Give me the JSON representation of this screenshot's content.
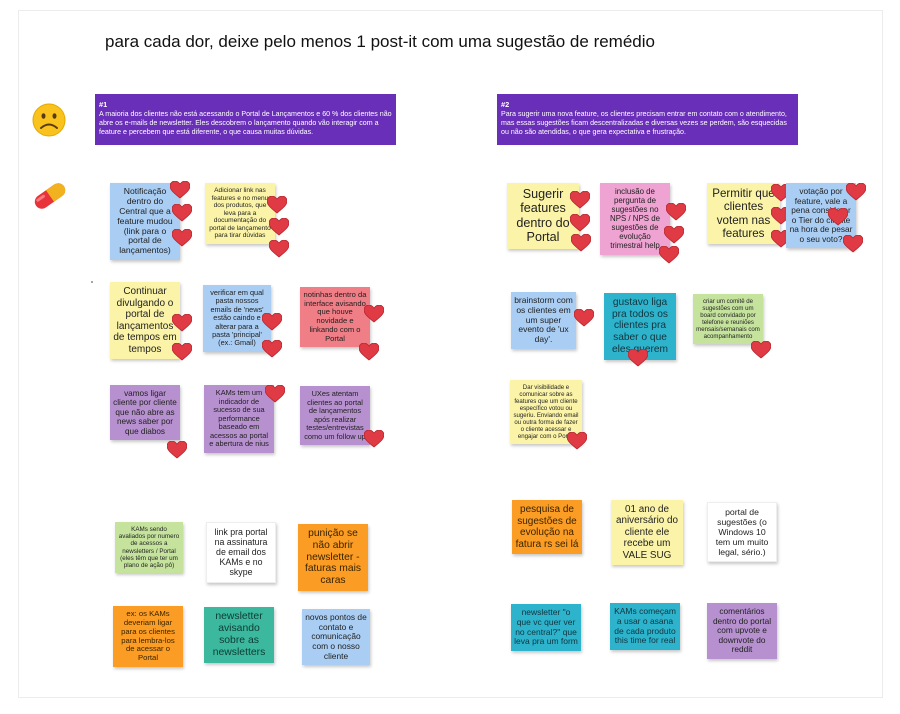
{
  "board": {
    "title": "para cada dor, deixe pelo menos 1 post-it com uma sugestão de remédio",
    "banners": [
      {
        "num": "#1",
        "text": "A maioria dos clientes não está acessando o Portal de Lançamentos e 60 % dos clientes não abre os e-mails de newsletter. Eles descobrem o lançamento quando vão interagir com a feature e percebem que está diferente, o que causa muitas dúvidas."
      },
      {
        "num": "#2",
        "text": "Para sugerir uma nova feature, os clientes precisam entrar em contato com o atendimento, mas essas sugestões ficam descentralizadas e diversas vezes se perdem, são esquecidas ou não são atendidas, o que gera expectativa e frustração."
      }
    ],
    "icons": {
      "pain": "sad-face-icon",
      "remedy": "pill-icon"
    },
    "colors": {
      "banner": "#6a2fb8",
      "heart": "#e03a44",
      "blue": "#a9cdf3",
      "yellow": "#fbf4a8",
      "red": "#f07e86",
      "purple": "#b791cf",
      "green": "#c6e39e",
      "cyan": "#2db3cc",
      "orange": "#fb9d24",
      "white": "#ffffff",
      "teal": "#3cb89e",
      "pink": "#efa3d2"
    }
  },
  "notes": [
    {
      "text": "Notificação dentro do Central que a feature mudou (link para o portal de lançamentos)",
      "color": "blue",
      "hearts": 3
    },
    {
      "text": "Adicionar link nas features e no menu dos produtos, que leva para a documentação do portal de lançamento para tirar dúvidas",
      "color": "yellow",
      "hearts": 3
    },
    {
      "text": "Continuar divulgando o portal de lançamentos de tempos em tempos",
      "color": "yellow",
      "hearts": 2
    },
    {
      "text": "verificar em qual pasta nossos emails de 'news' estão caindo e alterar para a pasta 'principal' (ex.: Gmail)",
      "color": "blue",
      "hearts": 2
    },
    {
      "text": "notinhas dentro da interface avisando que houve novidade e linkando com o Portal",
      "color": "red",
      "hearts": 2
    },
    {
      "text": "vamos ligar cliente por cliente que não abre as news saber por que diabos",
      "color": "purple",
      "hearts": 1
    },
    {
      "text": "KAMs tem um indicador de sucesso de sua performance baseado em acessos ao portal e abertura de nius",
      "color": "purple",
      "hearts": 1
    },
    {
      "text": "UXes atentam clientes ao portal de lançamentos após realizar testes/entrevistas como um follow up",
      "color": "purple",
      "hearts": 1
    },
    {
      "text": "KAMs sendo avaliados por numero de acessos a newsletters / Portal (eles têm que ter um plano de ação pô)",
      "color": "green",
      "hearts": 0
    },
    {
      "text": "link pra portal na assinatura de email dos KAMs e no skype",
      "color": "white",
      "hearts": 0
    },
    {
      "text": "punição se não abrir newsletter - faturas mais caras",
      "color": "orange",
      "hearts": 0
    },
    {
      "text": "ex: os KAMs deveriam ligar para os clientes para lembra-los de acessar o Portal",
      "color": "orange",
      "hearts": 0
    },
    {
      "text": "newsletter avisando sobre as newsletters",
      "color": "teal",
      "hearts": 0
    },
    {
      "text": "novos pontos de contato e comunicação com o nosso cliente",
      "color": "blue",
      "hearts": 0
    },
    {
      "text": "Sugerir features dentro do Portal",
      "color": "yellow",
      "hearts": 3
    },
    {
      "text": "inclusão de pergunta de sugestões no NPS / NPS de sugestões de evolução trimestral help",
      "color": "pink",
      "hearts": 3
    },
    {
      "text": "Permitir que clientes votem nas features",
      "color": "yellow",
      "hearts": 3
    },
    {
      "text": "votação por feature, vale a pena considerar o Tier do cliente na hora de pesar o seu voto?",
      "color": "blue",
      "hearts": 3
    },
    {
      "text": "brainstorm com os clientes em um super evento de 'ux day'.",
      "color": "blue",
      "hearts": 1
    },
    {
      "text": "gustavo liga pra todos os clientes pra saber o que eles querem",
      "color": "cyan",
      "hearts": 1
    },
    {
      "text": "criar um comitê de sugestões com um board convidado por telefone e reuniões mensais/semanais com acompanhamento",
      "color": "green",
      "hearts": 1
    },
    {
      "text": "Dar visibilidade e comunicar sobre as features que um cliente específico votou ou sugeriu. Enviando email ou outra forma de fazer o cliente acessar e engajar com o Portal",
      "color": "yellow",
      "hearts": 1
    },
    {
      "text": "pesquisa de sugestões de evolução na fatura rs sei lá",
      "color": "orange",
      "hearts": 0
    },
    {
      "text": "01 ano de aniversário do cliente ele recebe um VALE SUG",
      "color": "yellow",
      "hearts": 0
    },
    {
      "text": "portal de sugestões (o Windows 10 tem um muito legal, sério.)",
      "color": "white",
      "hearts": 0
    },
    {
      "text": "newsletter \"o que vc quer ver no central?\" que leva pra um form",
      "color": "cyan",
      "hearts": 0
    },
    {
      "text": "KAMs começam a usar o asana de cada produto this time for real",
      "color": "cyan",
      "hearts": 0
    },
    {
      "text": "comentários dentro do portal com upvote e downvote do reddit",
      "color": "purple",
      "hearts": 0
    }
  ]
}
